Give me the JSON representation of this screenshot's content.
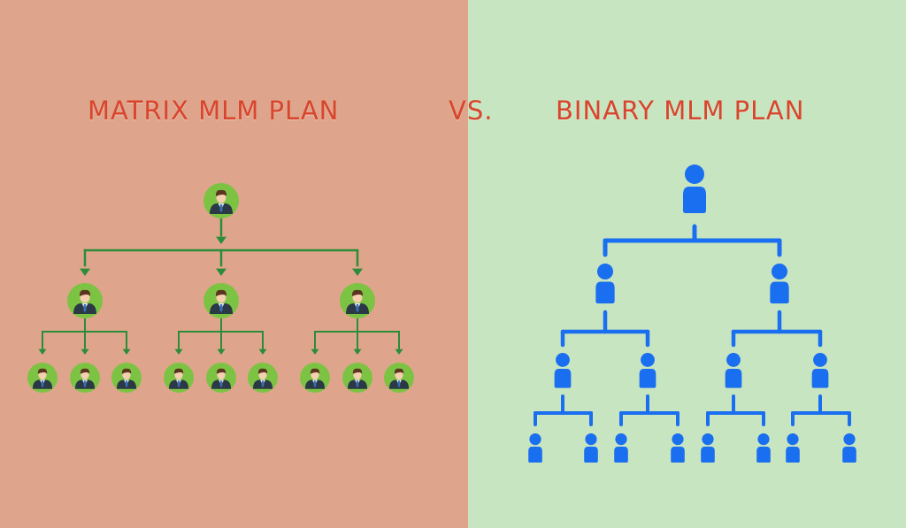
{
  "colors": {
    "left_bg": "#dfa58c",
    "right_bg": "#c8e5c1",
    "title": "#d8442c",
    "matrix_line": "#2b8c3a",
    "matrix_node": "#7dc343",
    "binary": "#1a6ef0"
  },
  "titles": {
    "left": "MATRIX MLM PLAN",
    "vs": "VS.",
    "right": "BINARY MLM PLAN"
  },
  "matrix": {
    "structure": "3x3 matrix, 3 levels",
    "levels": [
      1,
      3,
      9
    ],
    "node_icon": "businessman-avatar-icon"
  },
  "binary": {
    "structure": "binary tree, 4 levels",
    "levels": [
      1,
      2,
      4,
      8
    ],
    "node_icon": "person-icon"
  }
}
